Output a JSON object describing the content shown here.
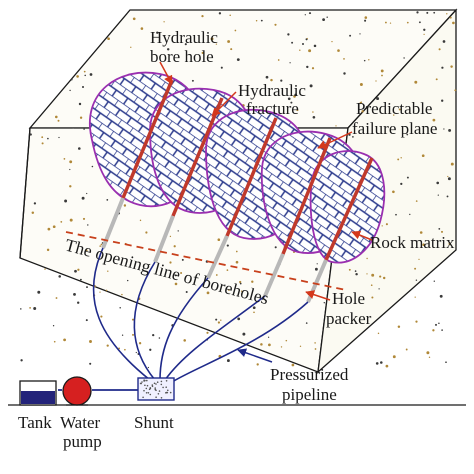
{
  "labels": {
    "hydraulic_bore_hole": [
      "Hydraulic",
      "bore hole"
    ],
    "hydraulic_fracture": [
      "Hydraulic",
      "fracture"
    ],
    "predictable_failure_plane": [
      "Predictable",
      "failure plane"
    ],
    "rock_matrix": "Rock matrix",
    "opening_line": "The opening line of boreholes",
    "hole_packer": [
      "Hole",
      "packer"
    ],
    "pressurized_pipeline": [
      "Pressurized",
      "pipeline"
    ],
    "tank": "Tank",
    "water_pump": [
      "Water",
      "pump"
    ],
    "shunt": "Shunt"
  },
  "colors": {
    "outline": "#1a1a1a",
    "fracture_fill": "#2b3a8c",
    "fracture_outline": "#9a2fb0",
    "borehole": "#c0392b",
    "packer": "#b8b8b8",
    "pipeline": "#1f2a8a",
    "pump": "#d62020",
    "tank_water": "#23237a",
    "arrow": "#d4381c",
    "opening_line": "#c8401c",
    "speckle": "#b08838"
  }
}
